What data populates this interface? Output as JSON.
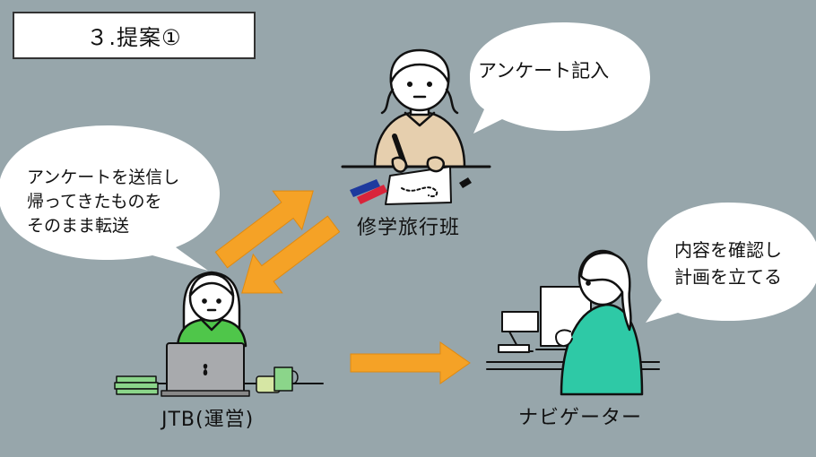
{
  "slide": {
    "title": "３.提案①"
  },
  "bubbles": {
    "survey": "アンケート記入",
    "forward": "アンケートを送信し\n帰ってきたものを\nそのまま転送",
    "plan": "内容を確認し\n計画を立てる"
  },
  "actors": {
    "students": "修学旅行班",
    "jtb": "JTB(運営)",
    "navigator": "ナビゲーター"
  },
  "colors": {
    "background": "#97a6ab",
    "arrow": "#f5a226",
    "shirt_student": "#e6cfae",
    "shirt_jtb": "#4fc64a",
    "shirt_navigator": "#2ec9a6"
  }
}
